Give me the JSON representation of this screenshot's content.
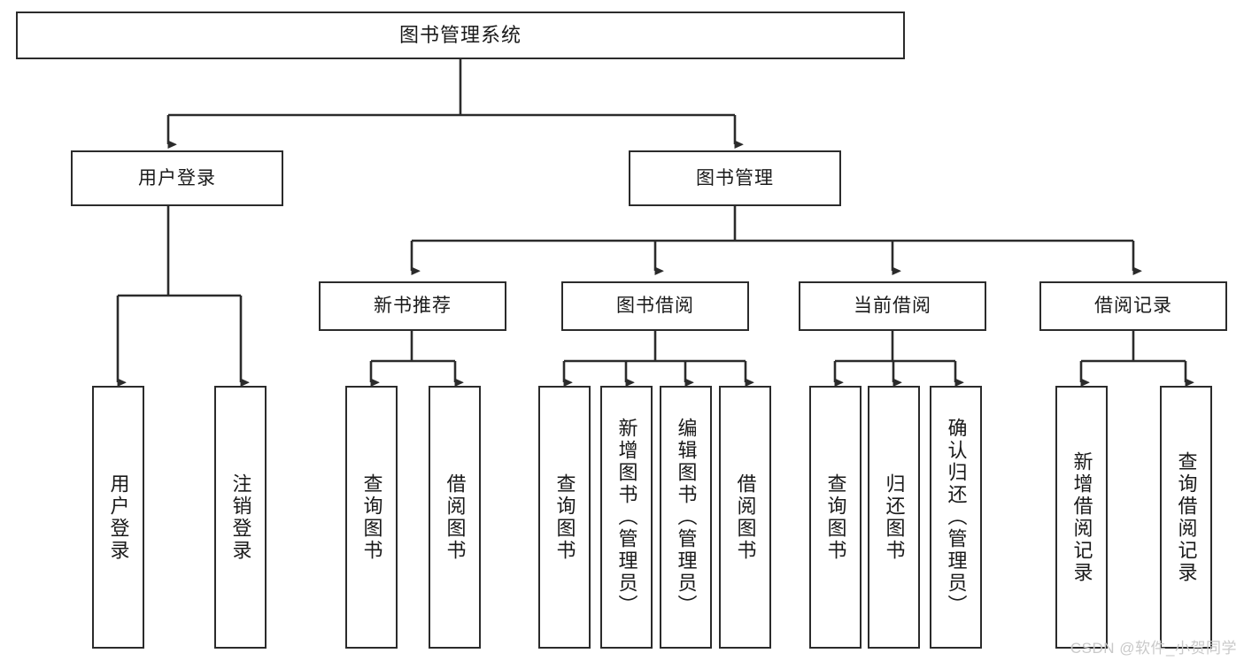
{
  "diagram": {
    "title": "图书管理系统",
    "type": "hierarchy-tree",
    "watermark": "CSDN @软件_小贺同学",
    "colors": {
      "background": "#ffffff",
      "stroke": "#2b2b2b",
      "text": "#1a1a1a",
      "watermark": "#c9c9c9"
    },
    "levels": {
      "root": {
        "label": "图书管理系统"
      },
      "level2": [
        {
          "label": "用户登录"
        },
        {
          "label": "图书管理"
        }
      ],
      "level3": [
        {
          "label": "新书推荐"
        },
        {
          "label": "图书借阅"
        },
        {
          "label": "当前借阅"
        },
        {
          "label": "借阅记录"
        }
      ],
      "leaves": {
        "user_login": [
          {
            "label": "用户登录"
          },
          {
            "label": "注销登录"
          }
        ],
        "new_book_recommend": [
          {
            "label": "查询图书"
          },
          {
            "label": "借阅图书"
          }
        ],
        "book_borrow": [
          {
            "label": "查询图书"
          },
          {
            "label": "新增图书（管理员）"
          },
          {
            "label": "编辑图书（管理员）"
          },
          {
            "label": "借阅图书"
          }
        ],
        "current_borrow": [
          {
            "label": "查询图书"
          },
          {
            "label": "归还图书"
          },
          {
            "label": "确认归还（管理员）"
          }
        ],
        "borrow_record": [
          {
            "label": "新增借阅记录"
          },
          {
            "label": "查询借阅记录"
          }
        ]
      }
    }
  }
}
